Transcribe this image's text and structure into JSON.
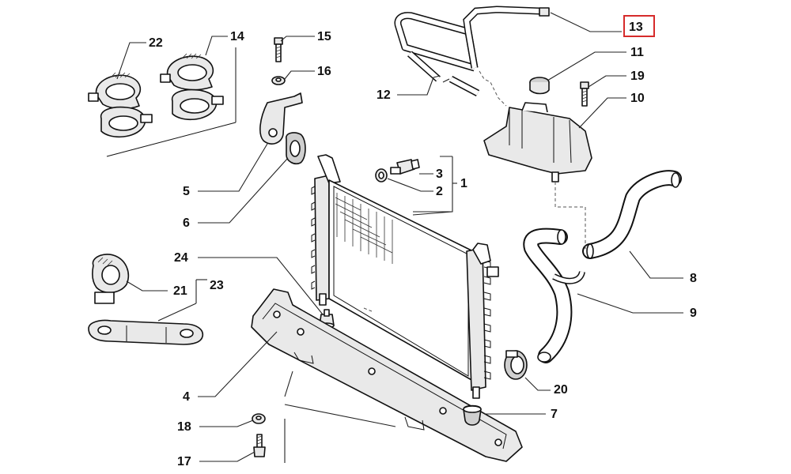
{
  "highlight_color": "#d62b2b",
  "highlighted_callout": "13",
  "callouts": {
    "c1": "1",
    "c2": "2",
    "c3": "3",
    "c4": "4",
    "c5": "5",
    "c6": "6",
    "c7": "7",
    "c8": "8",
    "c9": "9",
    "c10": "10",
    "c11": "11",
    "c12": "12",
    "c13": "13",
    "c14": "14",
    "c15": "15",
    "c16": "16",
    "c17": "17",
    "c18": "18",
    "c19": "19",
    "c20": "20",
    "c21": "21",
    "c22": "22",
    "c23": "23",
    "c24": "24"
  }
}
